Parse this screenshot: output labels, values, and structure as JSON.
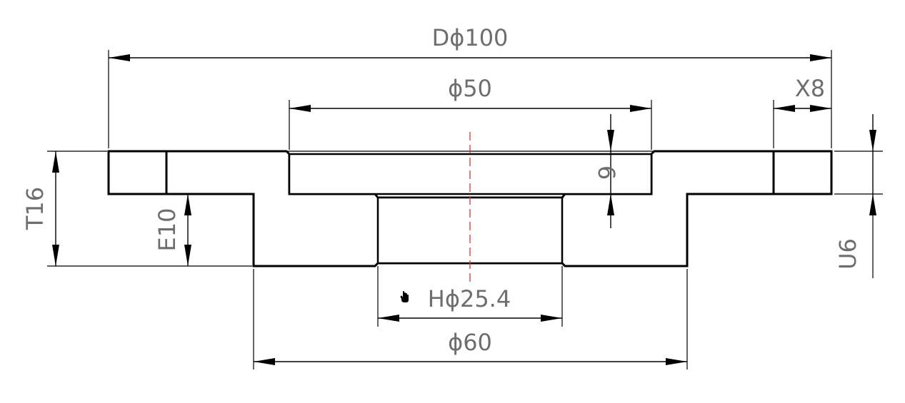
{
  "dimensions": {
    "outer_diameter": "Dϕ100",
    "inner_recess_diameter": "ϕ50",
    "abrasive_width": "X8",
    "total_thickness": "T16",
    "hub_height": "E10",
    "recess_depth": "6",
    "abrasive_height": "U6",
    "bore_diameter": "Hϕ25.4",
    "hub_diameter": "ϕ60"
  },
  "colors": {
    "outline": "#000000",
    "dimension_text": "#6e6e6e",
    "center_line": "#e23030",
    "abrasive_dots": "#000000"
  },
  "icons": {
    "cursor": "hand-cursor-icon"
  }
}
